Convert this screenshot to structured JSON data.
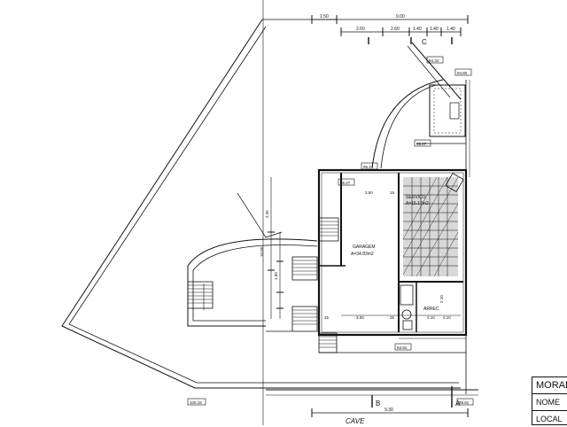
{
  "drawing": {
    "caption": "CAVE",
    "title_block": {
      "heading": "MORAD",
      "row_name": "NOME",
      "row_local": "LOCAL"
    },
    "rooms": {
      "garage_name": "GARAGEM",
      "garage_area": "A=34.83m2",
      "room2_name": "SERVIÇO",
      "room2_area": "A=15.17m2",
      "storage_name": "ARREC."
    },
    "levels": {
      "l1": "94.34",
      "l2": "94.80",
      "l3": "95.07",
      "l4": "95.27",
      "l5": "95.47",
      "l6": "93.91",
      "l7": "100.15",
      "l8": "99.81"
    },
    "dimensions_top": [
      "1.50",
      "9.00",
      "2.60",
      "2.60",
      "1.40",
      "1.40",
      "1.40"
    ],
    "dimensions_plan": [
      "3.50",
      "15",
      "3.35",
      "10.80",
      "1.50",
      "3.00",
      "2.10",
      "2.10",
      "25",
      "25",
      "2.10",
      "9.30"
    ],
    "section_marks": {
      "a": "C",
      "b": "B",
      "c": "A"
    }
  }
}
